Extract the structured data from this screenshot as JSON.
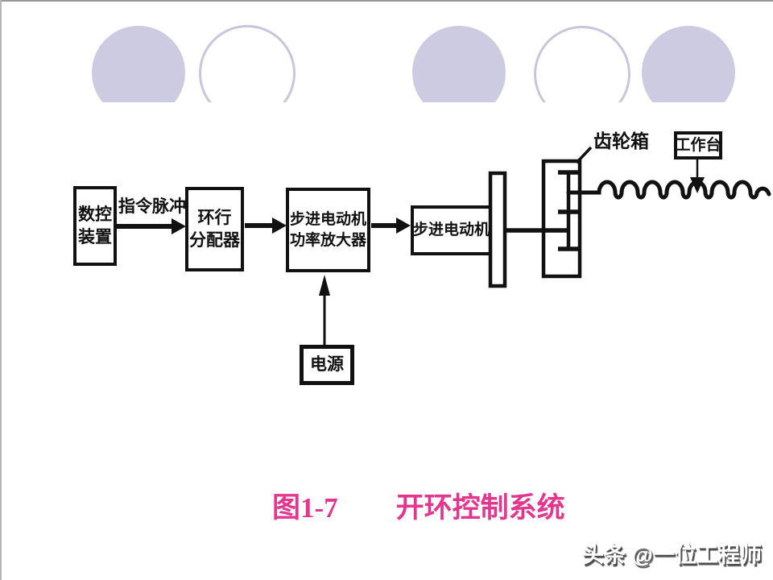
{
  "slide": {
    "caption_figure": "图1-7",
    "caption_title": "开环控制系统",
    "watermark": "头条 @一位工程师"
  },
  "diagram": {
    "cnc_line1": "数控",
    "cnc_line2": "装置",
    "pulse_label": "指令脉冲",
    "distributor_line1": "环行",
    "distributor_line2": "分配器",
    "amplifier_line1": "步进电动机",
    "amplifier_line2": "功率放大器",
    "motor_label": "步进电动机",
    "power_label": "电源",
    "gearbox_label": "齿轮箱",
    "worktable_label": "工作台"
  },
  "colors": {
    "caption_pink": "#e2368f",
    "decor_fill": "#cdcbe2",
    "decor_stroke": "#c8c6dc",
    "diagram_ink": "#111111"
  }
}
